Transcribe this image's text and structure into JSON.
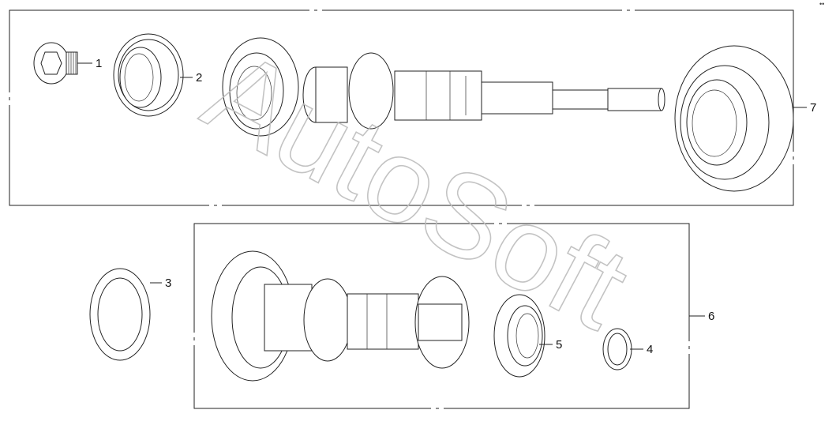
{
  "diagram": {
    "callouts": {
      "c1": "1",
      "c2": "2",
      "c3": "3",
      "c4": "4",
      "c5": "5",
      "c6": "6",
      "c7": "7"
    },
    "watermark": "AutoSoft",
    "corner_mark": "••"
  }
}
